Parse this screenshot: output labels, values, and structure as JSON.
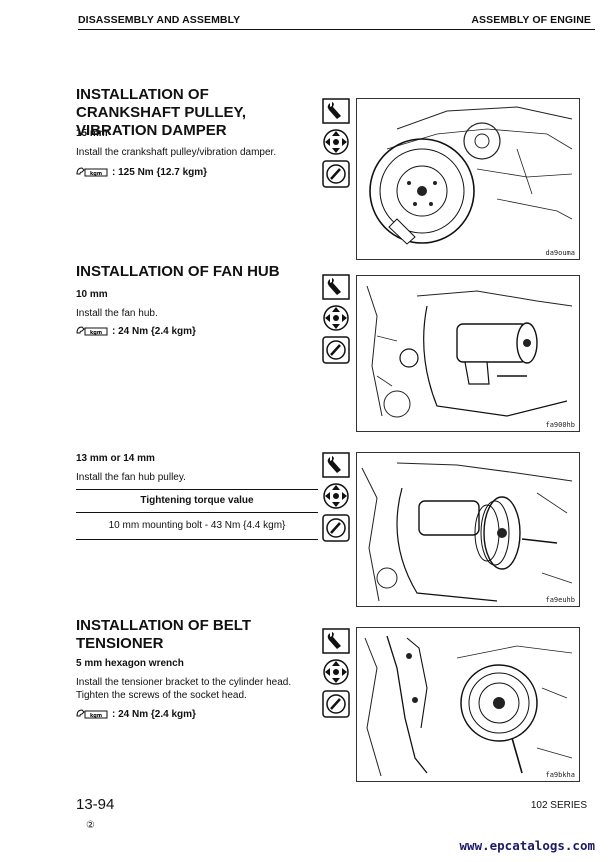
{
  "header": {
    "left": "DISASSEMBLY AND ASSEMBLY",
    "right": "ASSEMBLY OF ENGINE"
  },
  "sections": [
    {
      "title": "INSTALLATION OF CRANKSHAFT PULLEY, VIBRATION DAMPER",
      "tool": "15 mm",
      "text": "Install the crankshaft pulley/vibration damper.",
      "torque": ": 125 Nm {12.7 kgm}",
      "figure_code": "da9ouma"
    },
    {
      "title": "INSTALLATION OF FAN HUB",
      "tool": "10 mm",
      "text": "Install the fan hub.",
      "torque": ": 24 Nm {2.4 kgm}",
      "figure_code": "fa900hb"
    },
    {
      "tool": "13 mm or 14 mm",
      "text": "Install the fan hub pulley.",
      "table_header": "Tightening torque value",
      "table_row": "10 mm mounting bolt - 43 Nm {4.4 kgm}",
      "figure_code": "fa9euhb"
    },
    {
      "title": "INSTALLATION OF BELT TENSIONER",
      "tool": "5 mm hexagon wrench",
      "text_line1": "Install the tensioner bracket to the cylinder head.",
      "text_line2": "Tighten the screws of the socket head.",
      "torque": ": 24 Nm {2.4 kgm}",
      "figure_code": "fa9bkha"
    }
  ],
  "torque_icon_label": "kgm",
  "footer": {
    "page_number": "13-94",
    "edition": "②",
    "series": "102 SERIES",
    "watermark": "www.epcatalogs.com"
  }
}
